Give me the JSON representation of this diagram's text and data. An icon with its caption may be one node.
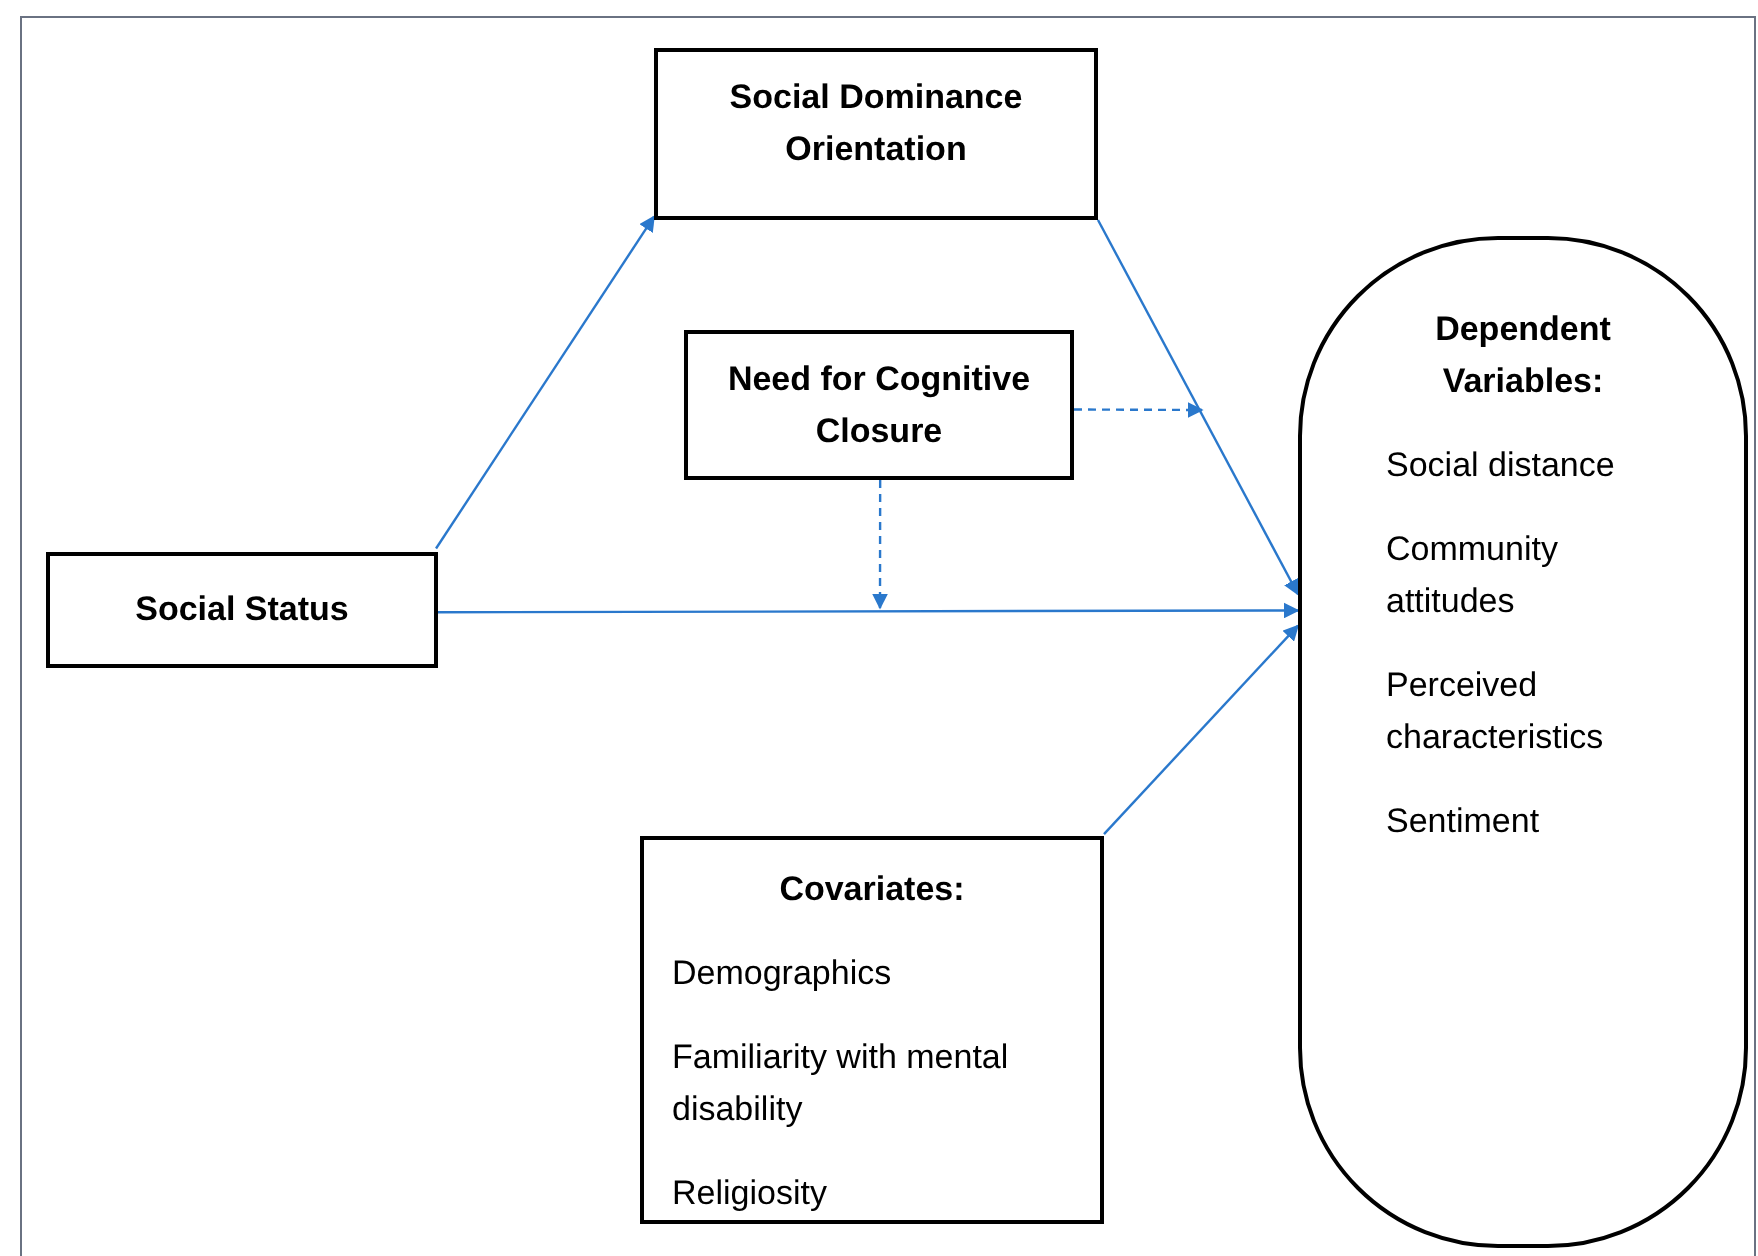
{
  "diagram": {
    "nodes": [
      {
        "text": [
          "Social Dominance Orientation"
        ]
      },
      {
        "text": [
          "Need for Cognitive Closure"
        ]
      },
      {
        "text": [
          "Social Status"
        ]
      },
      {
        "text": [
          "Covariates:",
          "Demographics",
          "Familiarity with mental disability",
          "Religiosity"
        ]
      },
      {
        "text": [
          "Dependent Variables:",
          "Social distance",
          "Community attitudes",
          "Perceived characteristics",
          "Sentiment"
        ]
      }
    ],
    "edges": [
      {
        "from": 2,
        "to": 0,
        "arrow": "to"
      },
      {
        "from": 0,
        "to": 4,
        "arrow": "to"
      },
      {
        "from": 2,
        "to": 4,
        "arrow": "to"
      },
      {
        "from": 3,
        "to": 4,
        "arrow": "to"
      },
      {
        "from": 1,
        "to": null,
        "arrow": "to",
        "style": "dashed"
      },
      {
        "from": 1,
        "to": null,
        "arrow": "to",
        "style": "dashed"
      }
    ]
  }
}
